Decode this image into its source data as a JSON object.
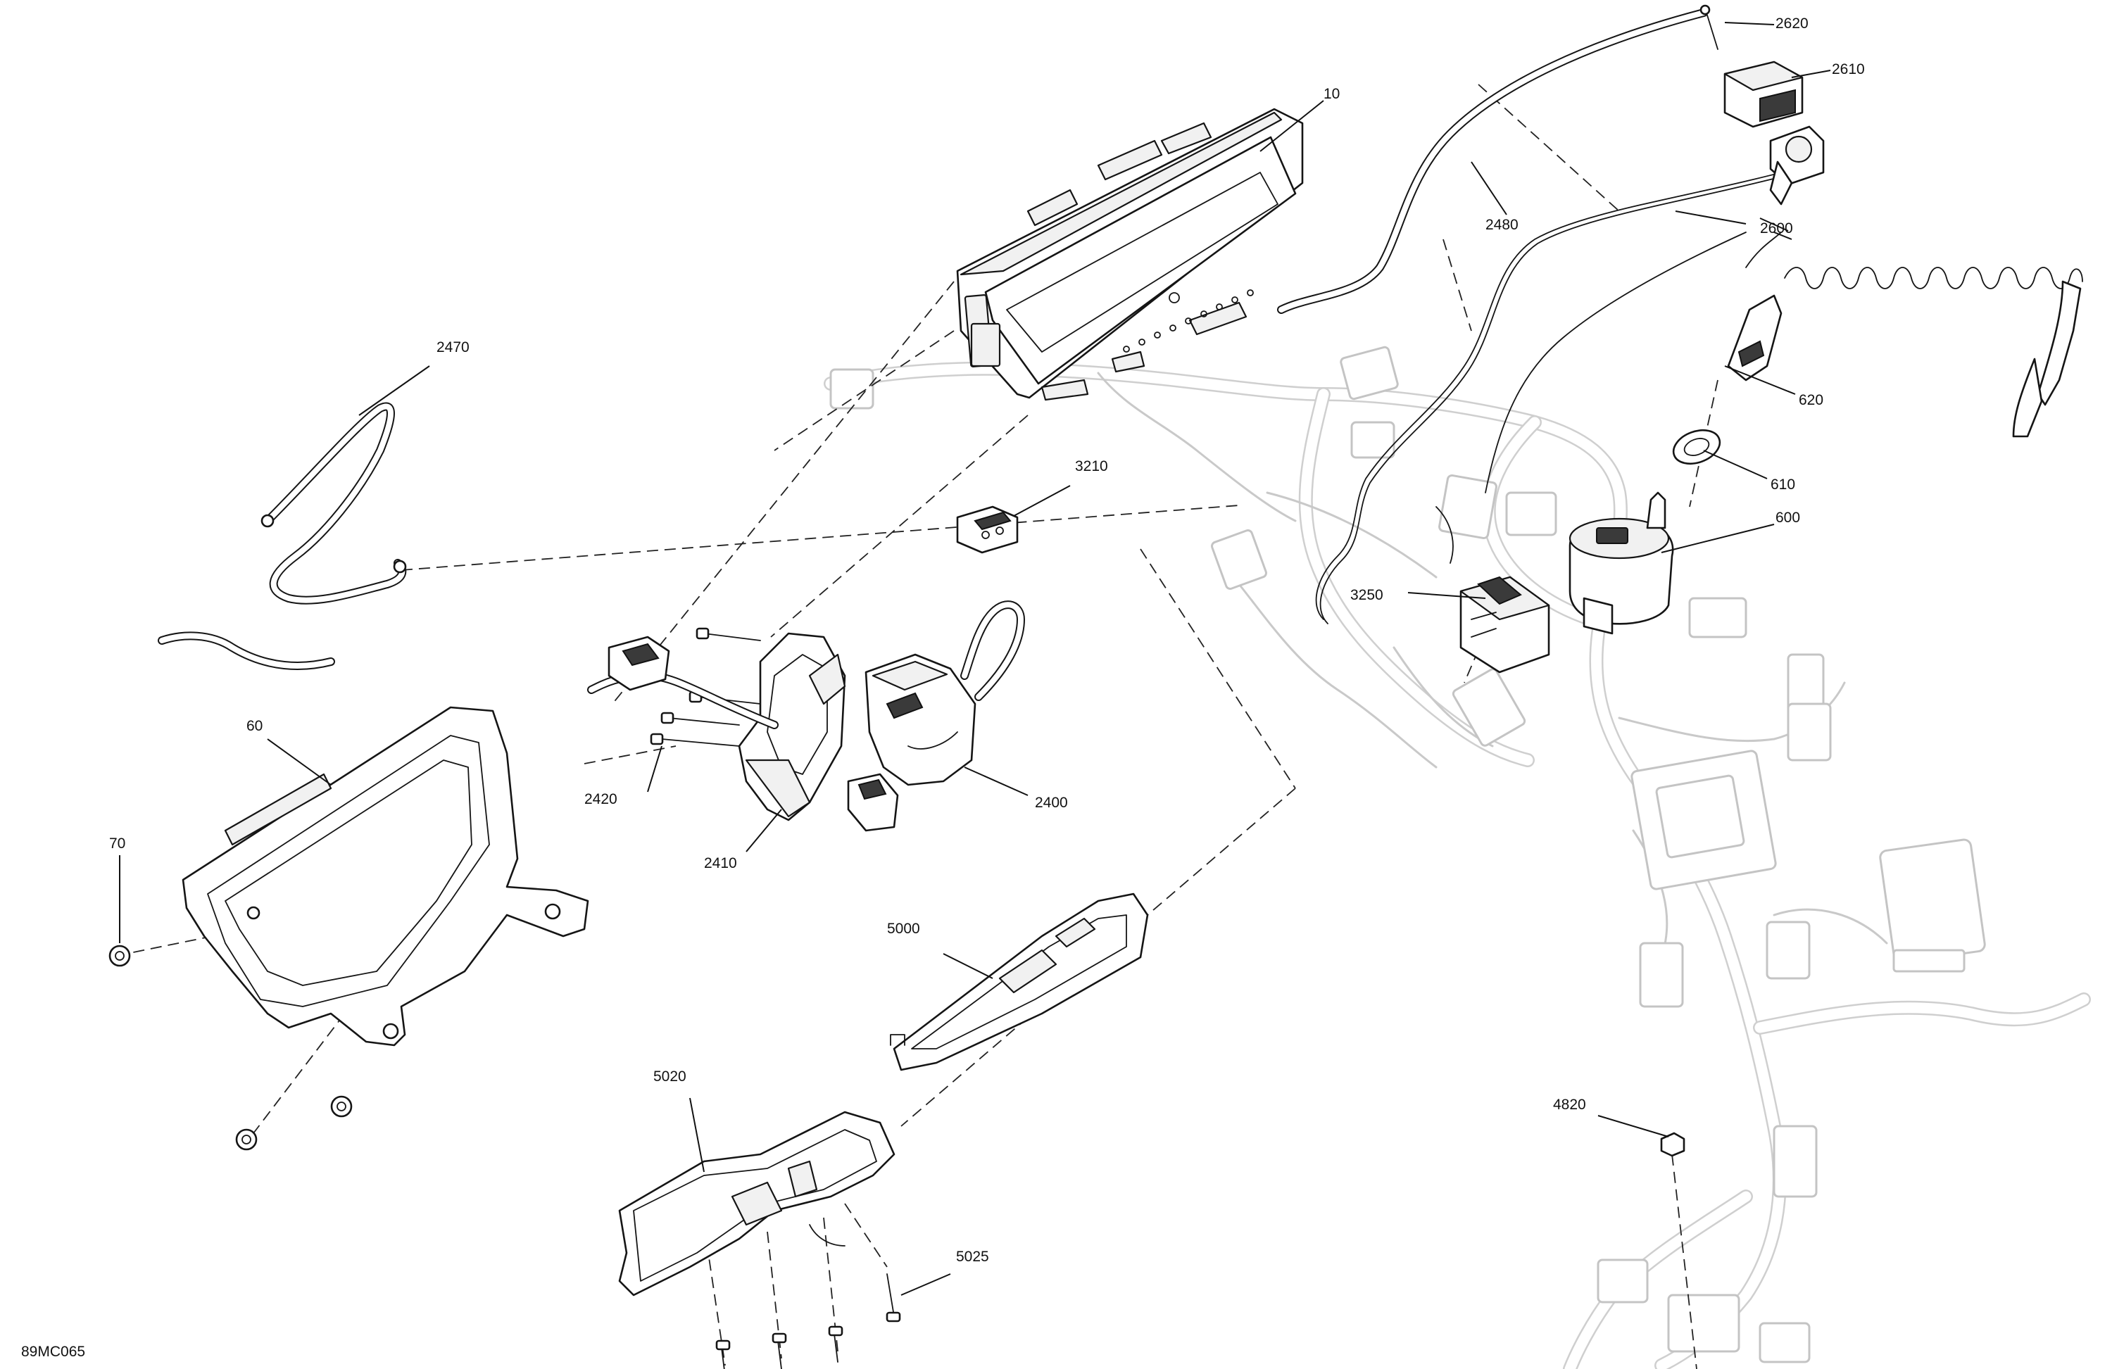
{
  "diagram": {
    "drawing_code": "89MC065",
    "callouts": [
      {
        "id": "c10",
        "text": "10"
      },
      {
        "id": "c2620",
        "text": "2620"
      },
      {
        "id": "c2610",
        "text": "2610"
      },
      {
        "id": "c2480",
        "text": "2480"
      },
      {
        "id": "c2600",
        "text": "2600"
      },
      {
        "id": "c2470",
        "text": "2470"
      },
      {
        "id": "c620",
        "text": "620"
      },
      {
        "id": "c610",
        "text": "610"
      },
      {
        "id": "c600",
        "text": "600"
      },
      {
        "id": "c3210",
        "text": "3210"
      },
      {
        "id": "c3250",
        "text": "3250"
      },
      {
        "id": "c60",
        "text": "60"
      },
      {
        "id": "c70",
        "text": "70"
      },
      {
        "id": "c2420",
        "text": "2420"
      },
      {
        "id": "c2410",
        "text": "2410"
      },
      {
        "id": "c2400",
        "text": "2400"
      },
      {
        "id": "c5000",
        "text": "5000"
      },
      {
        "id": "c5020",
        "text": "5020"
      },
      {
        "id": "c5025",
        "text": "5025"
      },
      {
        "id": "c4820",
        "text": "4820"
      }
    ]
  }
}
